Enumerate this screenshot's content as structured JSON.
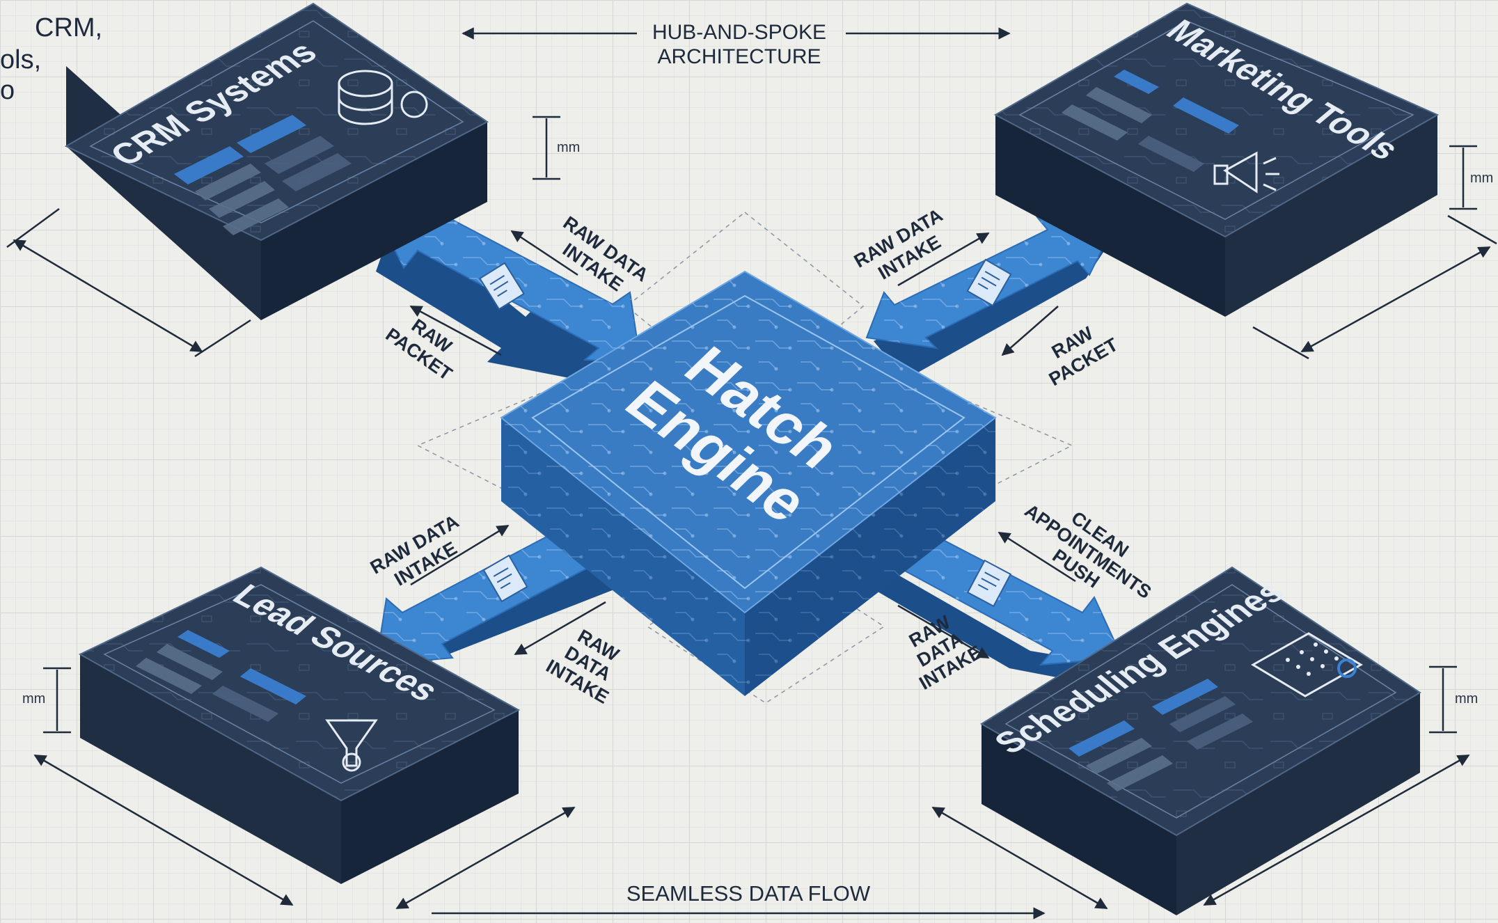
{
  "header": {
    "title_line1": "HUB-AND-SPOKE",
    "title_line2": "ARCHITECTURE"
  },
  "footer": {
    "caption": "SEAMLESS DATA FLOW"
  },
  "corner_snippet": [
    "CRM,",
    "ols,",
    "o"
  ],
  "hub": {
    "line1": "Hatch",
    "line2": "Engine",
    "icon": "circuit-board-icon"
  },
  "nodes": [
    {
      "id": "crm",
      "title": "CRM Systems",
      "icon": "database-icon"
    },
    {
      "id": "marketing",
      "title": "Marketing Tools",
      "icon": "megaphone-icon"
    },
    {
      "id": "lead",
      "title": "Lead Sources",
      "icon": "funnel-icon"
    },
    {
      "id": "scheduling",
      "title": "Scheduling Engines",
      "icon": "calendar-icon"
    }
  ],
  "flows": {
    "crm_in": [
      "RAW DATA",
      "INTAKE"
    ],
    "crm_out": [
      "RAW",
      "PACKET"
    ],
    "marketing_in": [
      "RAW DATA",
      "INTAKE"
    ],
    "marketing_out": [
      "RAW",
      "PACKET"
    ],
    "lead_in": [
      "RAW DATA",
      "INTAKE"
    ],
    "lead_out": [
      "RAW",
      "DATA",
      "INTAKE"
    ],
    "scheduling_in": [
      "RAW",
      "DATA",
      "INTAKE"
    ],
    "scheduling_out": [
      "CLEAN",
      "APPOINTMENTS",
      "PUSH"
    ]
  },
  "dimension_unit": "mm",
  "colors": {
    "background": "#eeeeea",
    "node_top": "#2c3e57",
    "node_side": "#1f2e43",
    "hub_top": "#3a7cc4",
    "hub_side": "#2560a3",
    "arrow": "#3d86d1",
    "accent": "#3b82d6"
  }
}
